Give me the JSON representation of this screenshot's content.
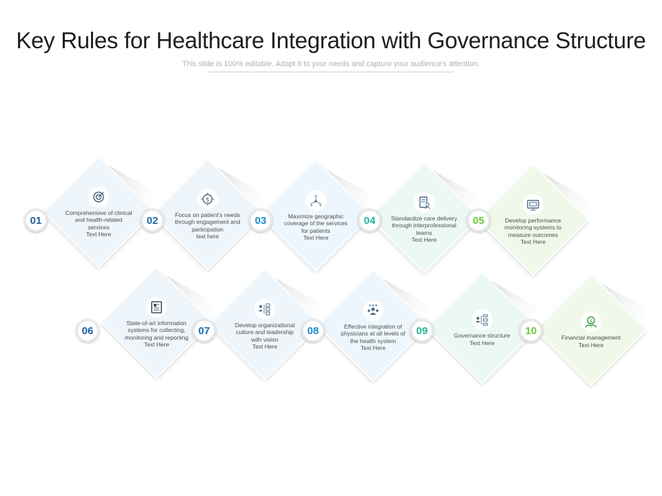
{
  "title": "Key Rules for Healthcare Integration with Governance Structure",
  "subtitle": "This slide is 100% editable. Adapt it to your needs and capture your audience's attention.",
  "colors": [
    "#1a5f9b",
    "#1a6ba8",
    "#1a8ad0",
    "#1fb99a",
    "#6ac93a",
    "#1a5f9b",
    "#1a6ba8",
    "#1a8ad0",
    "#1fb99a",
    "#6ac93a"
  ],
  "items": [
    {
      "number": "01",
      "text": "Comprehensive of clinical and health-related services",
      "placeholder": "Text Here",
      "icon": "target-icon"
    },
    {
      "number": "02",
      "text": "Focus on patient's needs through engagement and participation",
      "placeholder": "text here",
      "icon": "dollar-target-icon"
    },
    {
      "number": "03",
      "text": "Maximize geographic coverage of the services for patients",
      "placeholder": "Text Here",
      "icon": "money-network-icon"
    },
    {
      "number": "04",
      "text": "Standardize care delivery through interprofessional teams",
      "placeholder": "Text Here",
      "icon": "clipboard-user-icon"
    },
    {
      "number": "05",
      "text": "Develop performance monitoring systems to measure outcomes",
      "placeholder": "Text Here",
      "icon": "monitor-icon"
    },
    {
      "number": "06",
      "text": "State-of-art information systems for collecting, monitoring and reporting",
      "placeholder": "Text Here",
      "icon": "document-icon"
    },
    {
      "number": "07",
      "text": "Develop organizational culture and leadership with vision",
      "placeholder": "Text Here",
      "icon": "org-chart-icon"
    },
    {
      "number": "08",
      "text": "Effective integration of physicians at all levels of the health system",
      "placeholder": "Text Here",
      "icon": "team-icon"
    },
    {
      "number": "09",
      "text": "Governance structure",
      "placeholder": "Text Here",
      "icon": "hierarchy-icon"
    },
    {
      "number": "10",
      "text": "Financial management",
      "placeholder": "Text Here",
      "icon": "money-hand-icon"
    }
  ]
}
